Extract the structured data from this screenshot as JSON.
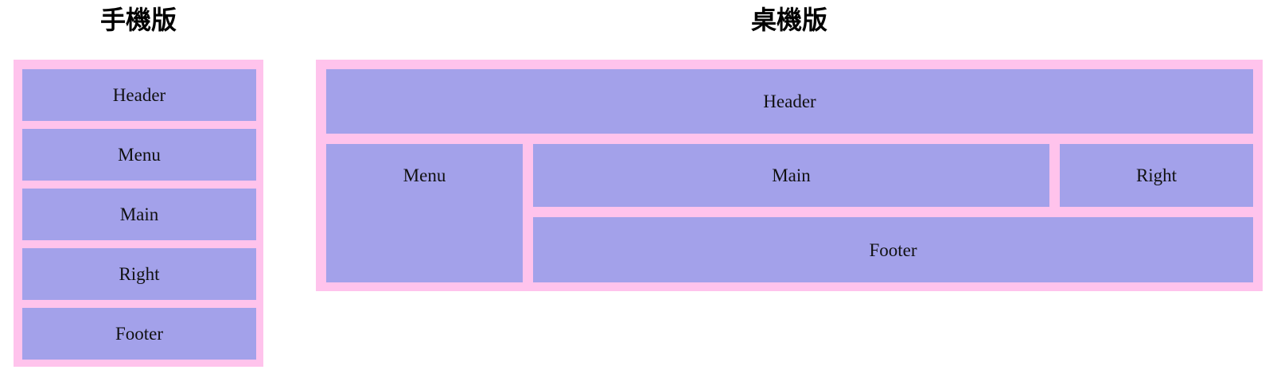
{
  "colors": {
    "page_background": "#ffffff",
    "container_pink": "#ffc3ec",
    "box_purple": "#a3a1ea",
    "label_text": "#111111",
    "title_text": "#000000"
  },
  "mobile": {
    "title": "手機版",
    "boxes": [
      {
        "label": "Header"
      },
      {
        "label": "Menu"
      },
      {
        "label": "Main"
      },
      {
        "label": "Right"
      },
      {
        "label": "Footer"
      }
    ]
  },
  "desktop": {
    "title": "桌機版",
    "boxes": [
      {
        "label": "Header"
      },
      {
        "label": "Menu"
      },
      {
        "label": "Main"
      },
      {
        "label": "Right"
      },
      {
        "label": "Footer"
      }
    ]
  }
}
